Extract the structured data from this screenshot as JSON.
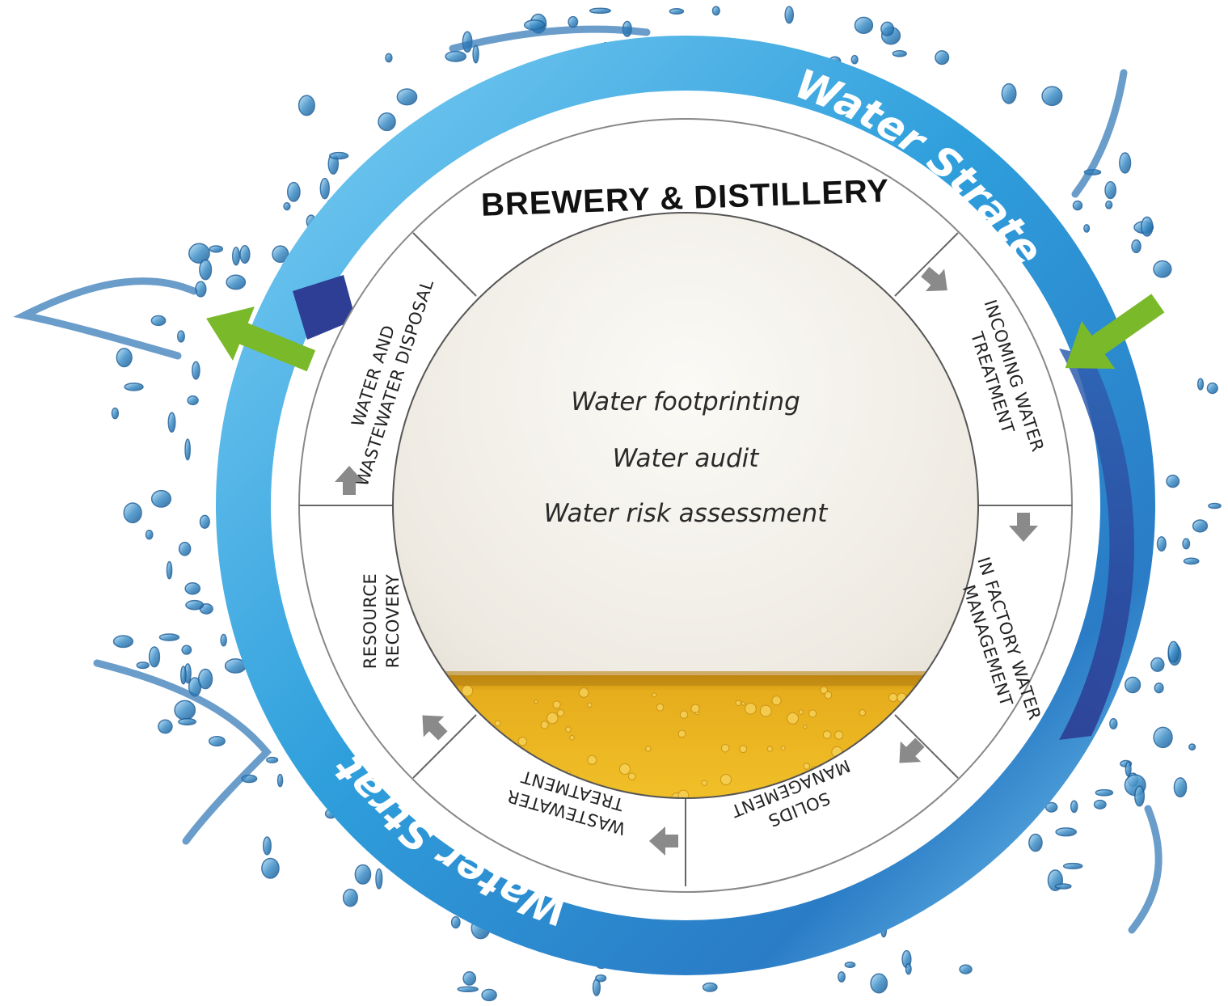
{
  "ring": {
    "label_top": "Water Strategy",
    "label_bottom": "Water Strategy",
    "color_light": "#5fbbea",
    "color_dark": "#2e3e95"
  },
  "title": "BREWERY & DISTILLERY",
  "segments": [
    {
      "label_line1": "INCOMING WATER",
      "label_line2": "TREATMENT"
    },
    {
      "label_line1": "IN FACTORY WATER",
      "label_line2": "MANAGEMENT"
    },
    {
      "label_line1": "SOLIDS",
      "label_line2": "MANAGEMENT"
    },
    {
      "label_line1": "WASTEWATER",
      "label_line2": "TREATMENT"
    },
    {
      "label_line1": "RESOURCE",
      "label_line2": "RECOVERY"
    },
    {
      "label_line1": "WATER AND",
      "label_line2": "WASTEWATER DISPOSAL"
    }
  ],
  "center": {
    "items": [
      "Water footprinting",
      "Water audit",
      "Water risk assessment"
    ]
  },
  "colors": {
    "inflow_arrow": "#7ab929",
    "step_arrow": "#8a8a8a",
    "beer": "#e8b320",
    "foam": "#f4f1ea"
  }
}
